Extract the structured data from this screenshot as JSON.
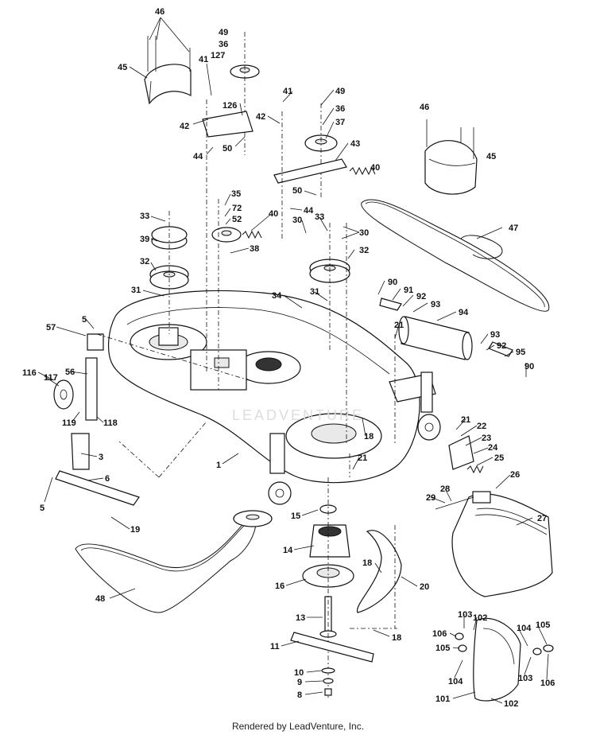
{
  "footer": {
    "text": "Rendered by LeadVenture, Inc."
  },
  "watermark": {
    "text": "LEADVENTURE"
  },
  "callouts": {
    "c46a": "46",
    "c45a": "45",
    "c41a": "41",
    "c42a": "42",
    "c44a": "44",
    "c49a": "49",
    "c36a": "36",
    "c127": "127",
    "c126": "126",
    "c50a": "50",
    "c41b": "41",
    "c42b": "42",
    "c49b": "49",
    "c36b": "36",
    "c37": "37",
    "c43": "43",
    "c40a": "40",
    "c46b": "46",
    "c45b": "45",
    "c50b": "50",
    "c44b": "44",
    "c35": "35",
    "c72": "72",
    "c52": "52",
    "c40b": "40",
    "c33a": "33",
    "c39": "39",
    "c32a": "32",
    "c31a": "31",
    "c38": "38",
    "c30a": "30",
    "c33b": "33",
    "c30b": "30",
    "c32b": "32",
    "c47": "47",
    "c90a": "90",
    "c91": "91",
    "c92a": "92",
    "c93a": "93",
    "c94": "94",
    "c34": "34",
    "c31b": "31",
    "c21a": "21",
    "c93b": "93",
    "c92b": "92",
    "c95": "95",
    "c90b": "90",
    "c57": "57",
    "c5a": "5",
    "c116": "116",
    "c117": "117",
    "c56": "56",
    "c119": "119",
    "c118": "118",
    "c3": "3",
    "c5b": "5",
    "c6": "6",
    "c19": "19",
    "c1": "1",
    "c18a": "18",
    "c21b": "21",
    "c21c": "21",
    "c22": "22",
    "c23": "23",
    "c24": "24",
    "c25": "25",
    "c26": "26",
    "c28": "28",
    "c29": "29",
    "c27": "27",
    "c15": "15",
    "c14": "14",
    "c18b": "18",
    "c16": "16",
    "c20": "20",
    "c48": "48",
    "c13": "13",
    "c18c": "18",
    "c11": "11",
    "c10": "10",
    "c9": "9",
    "c8": "8",
    "c103a": "103",
    "c102a": "102",
    "c106a": "106",
    "c105a": "105",
    "c104a": "104",
    "c103b": "103",
    "c104b": "104",
    "c105b": "105",
    "c106b": "106",
    "c101": "101",
    "c102b": "102"
  }
}
